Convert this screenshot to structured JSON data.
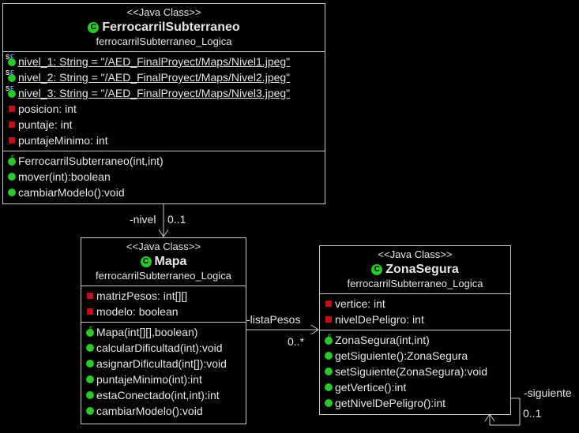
{
  "classes": {
    "ferrocarril": {
      "stereotype": "<<Java Class>>",
      "name": "FerrocarrilSubterraneo",
      "package": "ferrocarrilSubterraneo_Logica",
      "fields": [
        "nivel_1: String = \"/AED_FinalProyect/Maps/Nivel1.jpeg\"",
        "nivel_2: String = \"/AED_FinalProyect/Maps/Nivel2.jpeg\"",
        "nivel_3: String = \"/AED_FinalProyect/Maps/Nivel3.jpeg\"",
        "posicion: int",
        "puntaje: int",
        "puntajeMinimo: int"
      ],
      "methods": [
        "FerrocarrilSubterraneo(int,int)",
        "mover(int):boolean",
        "cambiarModelo():void"
      ]
    },
    "mapa": {
      "stereotype": "<<Java Class>>",
      "name": "Mapa",
      "package": "ferrocarrilSubterraneo_Logica",
      "fields": [
        "matrizPesos: int[][]",
        "modelo: boolean"
      ],
      "methods": [
        "Mapa(int[][],boolean)",
        "calcularDificultad(int):void",
        "asignarDificultad(int[]):void",
        "puntajeMinimo(int):int",
        "estaConectado(int,int):int",
        "cambiarModelo():void"
      ]
    },
    "zona": {
      "stereotype": "<<Java Class>>",
      "name": "ZonaSegura",
      "package": "ferrocarrilSubterraneo_Logica",
      "fields": [
        "vertice: int",
        "nivelDePeligro: int"
      ],
      "methods": [
        "ZonaSegura(int,int)",
        "getSiguiente():ZonaSegura",
        "setSiguiente(ZonaSegura):void",
        "getVertice():int",
        "getNivelDePeligro():int"
      ]
    }
  },
  "associations": {
    "nivel": {
      "role": "-nivel",
      "multiplicity": "0..1"
    },
    "listaPesos": {
      "role": "-listaPesos",
      "multiplicity": "0..*"
    },
    "siguiente": {
      "role": "-siguiente",
      "multiplicity": "0..1"
    }
  },
  "icons": {
    "class": "class-icon",
    "static_final_field": "static-final-field-icon",
    "private_field": "private-field-icon",
    "constructor": "constructor-icon",
    "public_method": "public-method-icon"
  },
  "colors": {
    "background": "#000000",
    "border": "#c8c8c8",
    "text": "#e6e6e6",
    "private": "#c0101a",
    "public": "#2ec62e"
  }
}
